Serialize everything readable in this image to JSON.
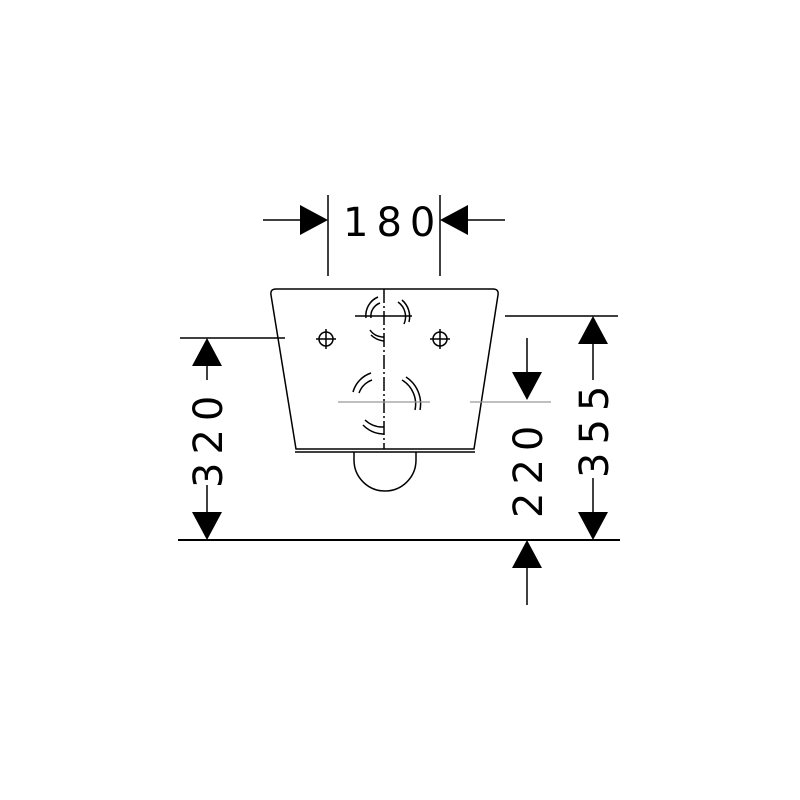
{
  "drawing": {
    "dimensions": {
      "width_top": "180",
      "height_left": "320",
      "height_center": "220",
      "height_right": "355"
    },
    "colors": {
      "line": "#000000",
      "centerline": "#999999"
    }
  }
}
